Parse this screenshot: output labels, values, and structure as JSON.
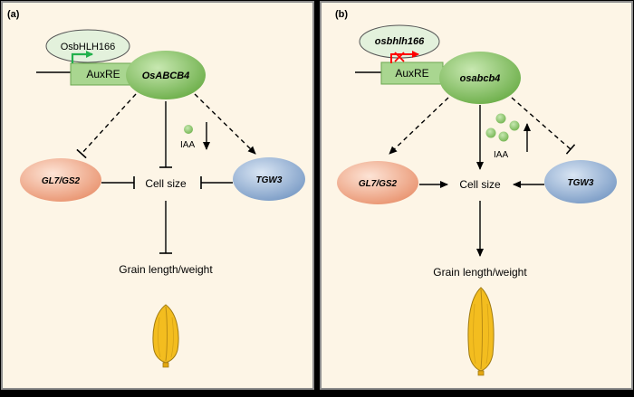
{
  "panel_a": {
    "label": "(a)",
    "tf": "OsbHLH166",
    "element": "AuxRE",
    "gene": "OsABCB4",
    "hormone": "IAA",
    "cell_size": "Cell size",
    "left_gene": "GL7/GS2",
    "right_gene": "TGW3",
    "output": "Grain length/weight"
  },
  "panel_b": {
    "label": "(b)",
    "tf": "osbhlh166",
    "element": "AuxRE",
    "gene": "osabcb4",
    "hormone": "IAA",
    "cell_size": "Cell size",
    "left_gene": "GL7/GS2",
    "right_gene": "TGW3",
    "output": "Grain length/weight"
  },
  "colors": {
    "background": "#fdf5e6",
    "frame": "#8c8c8c",
    "green": "#7dbe58",
    "tf_fill": "#e3f1dc",
    "auxre_fill": "#a9d690",
    "orange": "#f0a07e",
    "blue": "#8aa9cf",
    "grain": "#f3bd1f",
    "arrow_green": "#22b14c",
    "arrow_red": "#ff0000"
  }
}
